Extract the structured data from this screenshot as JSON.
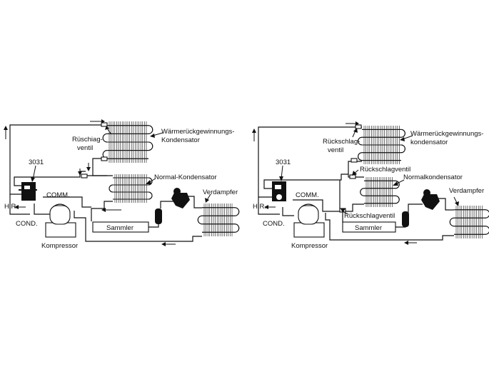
{
  "diagrams": [
    {
      "labels": {
        "heat_recovery_condenser": "Wärmerückgewinnungs-\nKondensator",
        "check_valve_top": "Rüschiag-\nventil",
        "normal_condenser": "Normal-Kondensator",
        "evaporator": "Verdampfer",
        "valve_3031": "3031",
        "comm": "COMM.",
        "hr": "H.R.",
        "cond": "COND.",
        "receiver": "Sammler",
        "compressor": "Kompressor"
      }
    },
    {
      "labels": {
        "heat_recovery_condenser": "Wärmerückgewinnungs-\nkondensator",
        "check_valve_top": "Rückschlag-\nventil",
        "check_valve_mid": "Rückschlagventil",
        "normal_condenser": "Normalkondensator",
        "evaporator": "Verdampfer",
        "valve_3031": "3031",
        "comm": "COMM.",
        "hr": "H.R.",
        "cond": "COND.",
        "check_valve_bottom": "Rückschlagventil",
        "receiver": "Sammler",
        "compressor": "Kompressor"
      }
    }
  ]
}
